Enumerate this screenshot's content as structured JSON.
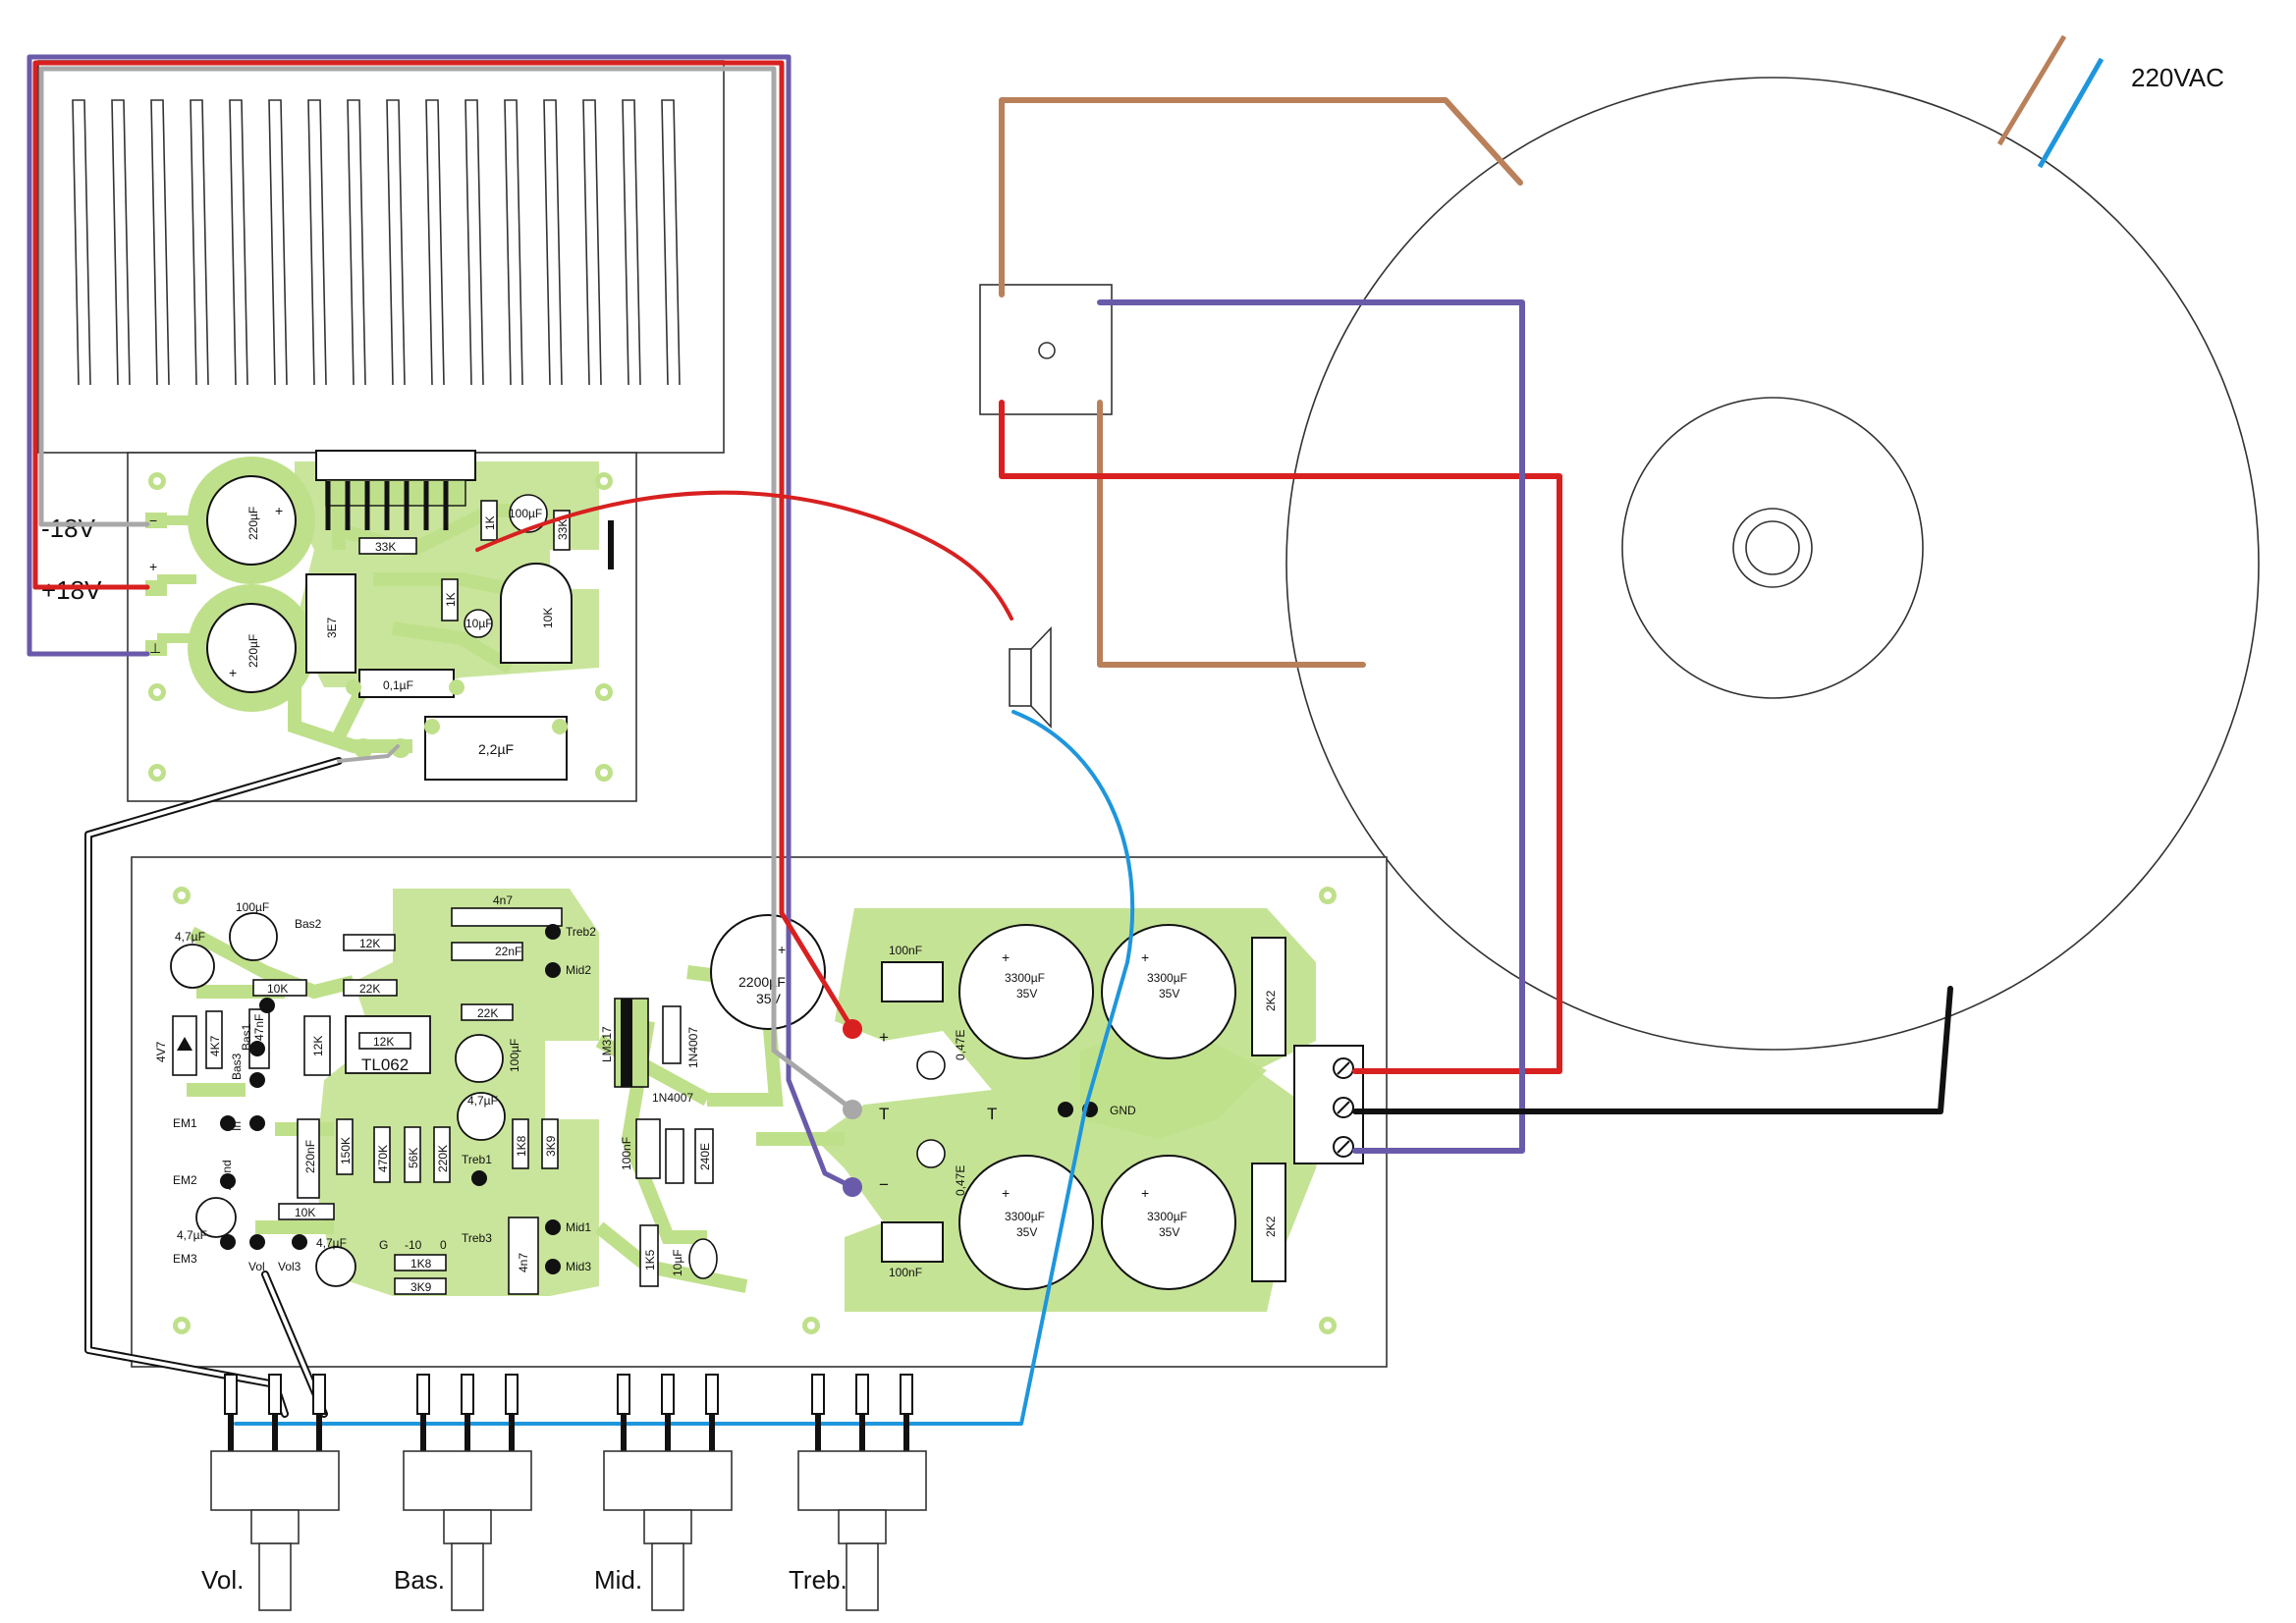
{
  "mains": {
    "label": "220VAC"
  },
  "power_amp": {
    "neg_rail": "-18V",
    "pos_rail": "+18V",
    "parts": [
      "220µF",
      "220µF",
      "100µF",
      "1K",
      "1K",
      "33K",
      "33K",
      "10K",
      "10µF",
      "3E7",
      "0,1µF",
      "2,2µF"
    ]
  },
  "preamp": {
    "parts": [
      "100µF",
      "4,7µF",
      "4,7µF",
      "4,7µF",
      "4,7µF",
      "12K",
      "10K",
      "10K",
      "22K",
      "22K",
      "4n7",
      "4n7",
      "22nF",
      "47nF",
      "4K7",
      "12K",
      "12K",
      "220nF",
      "150K",
      "470K",
      "56K",
      "220K",
      "1K8",
      "3K9",
      "1K8",
      "3K9",
      "100µF",
      "TL062",
      "4V7"
    ],
    "terminals": [
      "Bas2",
      "Bas1",
      "Bas3",
      "In",
      "AGnd",
      "EM1",
      "EM2",
      "EM3",
      "Vol",
      "Vol3",
      "Treb1",
      "Treb2",
      "Treb3",
      "Mid1",
      "Mid2",
      "Mid3",
      "G",
      "-10",
      "0"
    ]
  },
  "psu": {
    "regulator": "LM317",
    "diodes": [
      "1N4007",
      "1N4007"
    ],
    "parts": [
      "100nF",
      "100nF",
      "100nF",
      "10µF",
      "1K5",
      "240E",
      "0,47E",
      "0,47E",
      "2K2",
      "2K2"
    ],
    "main_cap": {
      "value": "2200µF",
      "voltage": "35V"
    },
    "filter_cap": {
      "value": "3300µF",
      "voltage": "35V"
    },
    "gnd_label": "GND",
    "plus": "+",
    "minus": "−",
    "zero": "T"
  },
  "pots": [
    "Vol.",
    "Bas.",
    "Mid.",
    "Treb."
  ],
  "colors": {
    "pcb": "#bfe08a",
    "wire_red": "#d82020",
    "wire_purple": "#6a5aaa",
    "wire_brown": "#b9805a",
    "wire_blue": "#1e96dc",
    "wire_gray": "#a8a8a8",
    "wire_black": "#111111"
  }
}
